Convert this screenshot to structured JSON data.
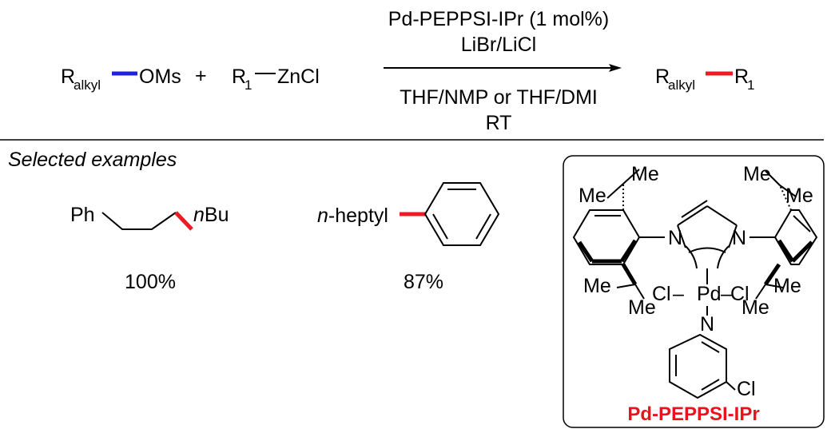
{
  "colors": {
    "blue_bond": "#1f23e0",
    "red_bond": "#ee1b24",
    "label_red": "#e8131b",
    "ink": "#000000"
  },
  "reaction": {
    "reactant1": {
      "prefix": "R",
      "subscript": "alkyl",
      "group": "OMs"
    },
    "plus": "+",
    "reactant2": {
      "prefix": "R",
      "subscript": "1",
      "group": "ZnCl"
    },
    "conditions_above": [
      "Pd-PEPPSI-IPr (1 mol%)",
      "LiBr/LiCl"
    ],
    "conditions_below": [
      "THF/NMP or THF/DMI",
      "RT"
    ],
    "product": {
      "prefix": "R",
      "subscript": "alkyl",
      "suffix": "R",
      "suffix_subscript": "1"
    }
  },
  "examples_heading": "Selected examples",
  "examples": [
    {
      "left_label": "Ph",
      "right_prefix": "n",
      "right_label": "Bu",
      "yield": "100%"
    },
    {
      "left_prefix": "n",
      "left_label": "-heptyl",
      "yield": "87%"
    }
  ],
  "catalyst": {
    "name": "Pd-PEPPSI-IPr",
    "atoms": {
      "me": "Me",
      "n": "N",
      "cl": "Cl",
      "pd": "Pd",
      "bond_dash": "–"
    }
  }
}
